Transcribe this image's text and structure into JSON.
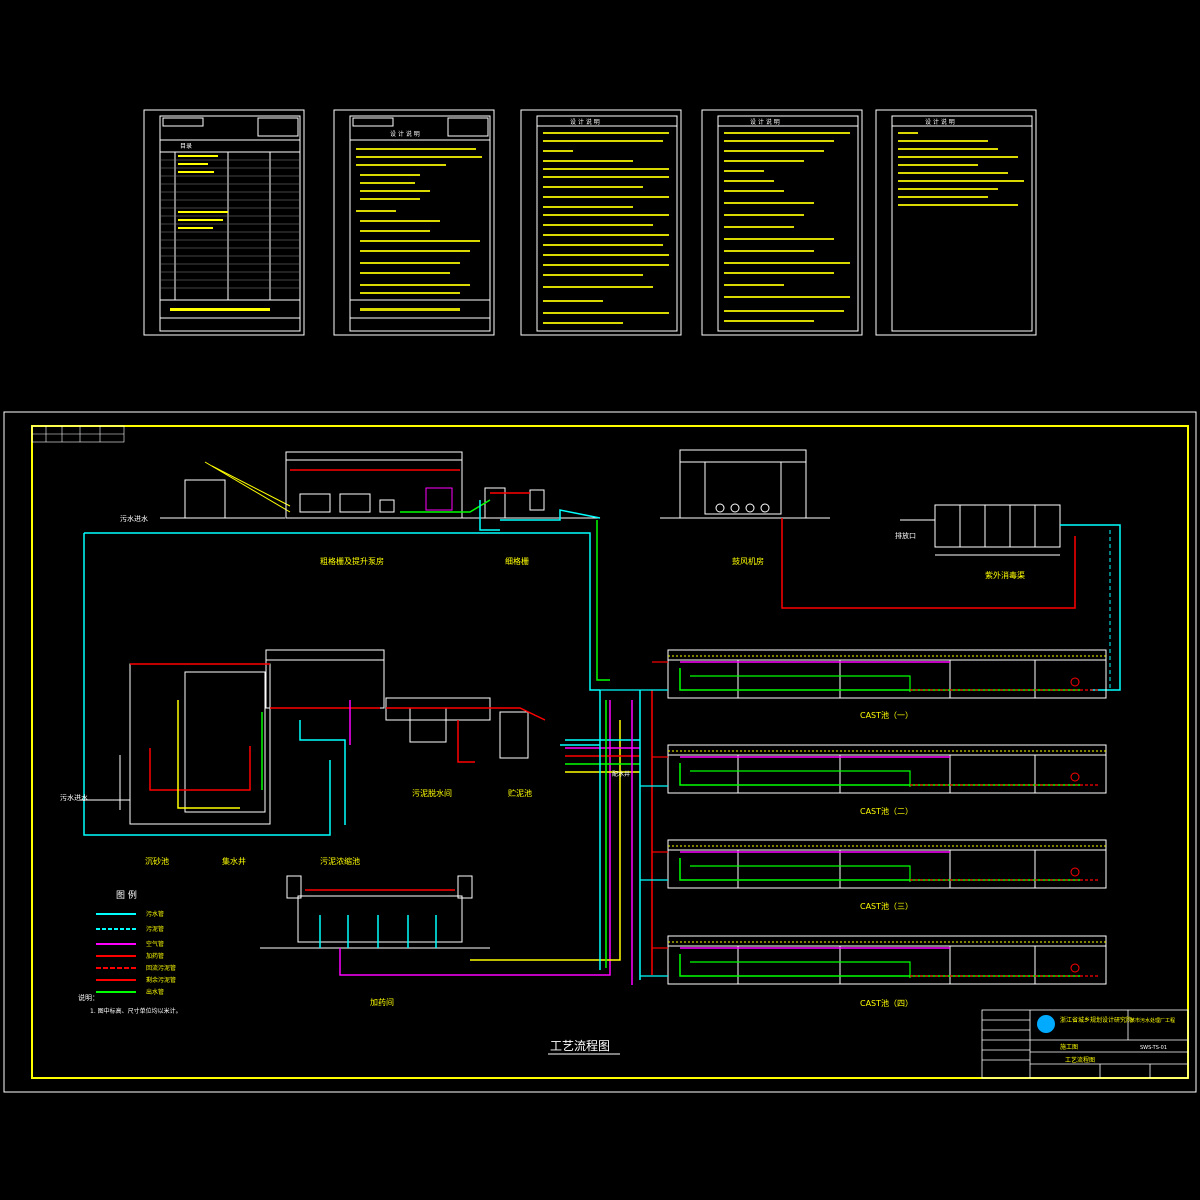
{
  "sheets": {
    "cover": {
      "title_block": "目录"
    },
    "notes1": {
      "title": "设 计 说 明"
    },
    "notes2": {
      "title": "设 计 说 明"
    },
    "notes3": {
      "title": "设 计 说 明"
    },
    "notes4": {
      "title": "设 计 说 明"
    }
  },
  "main": {
    "title": "工艺流程图",
    "legend_title": "图 例",
    "note_label": "说明：",
    "note_text": "1. 图中标高、尺寸单位均以米计。",
    "inlet_label": "污水进水",
    "labels": {
      "coarse_screen": "粗格栅及提升泵房",
      "fine_screen": "细格栅",
      "grit": "沉砂池",
      "sludge_thickener": "污泥浓缩池",
      "sludge_dewater": "污泥脱水间",
      "blower": "鼓风机房",
      "uv": "紫外消毒渠",
      "dosing": "加药间",
      "sbr1": "CAST池（一）",
      "sbr2": "CAST池（二）",
      "sbr3": "CAST池（三）",
      "sbr4": "CAST池（四）",
      "outfall": "排放口",
      "distribution": "配水井",
      "storage": "贮泥池",
      "grit_well": "集水井"
    },
    "legend_items": [
      "污水管",
      "污泥管",
      "空气管",
      "加药管",
      "回流污泥管",
      "剩余污泥管",
      "出水管"
    ],
    "title_block": {
      "company": "浙江省城乡规划设计研究院",
      "project": "某市污水处理厂工程",
      "drawing": "工艺流程图",
      "number": "SWS-TS-01",
      "stage": "施工图"
    }
  },
  "colors": {
    "frame": "#ffff00",
    "sewage": "#00ffff",
    "air": "#00ff00",
    "sludge": "#ff0000",
    "chemical": "#ff00ff",
    "outline": "#ffffff",
    "label": "#ffff00"
  }
}
